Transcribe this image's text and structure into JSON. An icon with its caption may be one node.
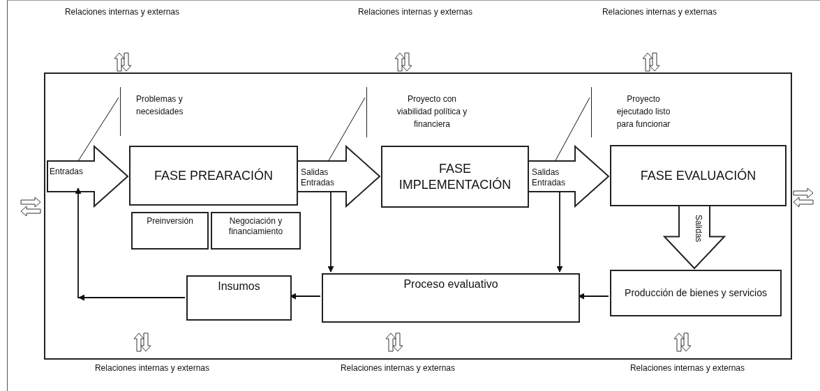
{
  "diagram": {
    "nodes": [
      {
        "text": [],
        "shape": "box"
      },
      {
        "text": [
          "Problemas y necesidades"
        ],
        "in": 0
      },
      {
        "text": [
          "Entradas"
        ],
        "in": 0
      },
      {
        "text": [
          "FASE PREARACIÓN"
        ],
        "in": 0
      },
      {
        "text": [
          "Preinversión"
        ],
        "in": 0
      },
      {
        "text": [
          "Negociación y financiamiento"
        ],
        "in": 0
      },
      {
        "text": [
          "Proyecto con viabilidad política y financiera"
        ],
        "in": 0
      },
      {
        "text": [
          "Salidas Entradas"
        ],
        "in": 0
      },
      {
        "text": [
          "FASE IMPLEMENTACIÓN"
        ],
        "in": 0
      },
      {
        "text": [
          "Proyecto ejecutado listo para funcionar"
        ],
        "in": 0
      },
      {
        "text": [
          "Salidas Entradas"
        ],
        "in": 0
      },
      {
        "text": [
          "FASE EVALUACIÓN"
        ],
        "in": 0
      },
      {
        "text": [
          "Salidas"
        ],
        "in": 0
      },
      {
        "text": [
          "Producción de bienes y servicios"
        ],
        "in": 0
      },
      {
        "text": [
          "Proceso evaluativo"
        ],
        "in": 0
      },
      {
        "text": [
          "Insumos"
        ],
        "in": 0
      }
    ],
    "edges": [
      {
        "from": 1,
        "to": 2,
        "arrow": "none"
      },
      {
        "from": 6,
        "to": 7,
        "arrow": "none"
      },
      {
        "from": 9,
        "to": 10,
        "arrow": "none"
      },
      {
        "from": 7,
        "to": 14,
        "arrow": "to"
      },
      {
        "from": 10,
        "to": 14,
        "arrow": "to"
      },
      {
        "from": 13,
        "to": 14,
        "arrow": "to"
      },
      {
        "from": 14,
        "to": 15,
        "arrow": "to"
      },
      {
        "from": 15,
        "to": 2,
        "arrow": "to"
      },
      {
        "from": null,
        "to": 3,
        "arrow": "to",
        "style": "thick"
      },
      {
        "from": 3,
        "to": 8,
        "arrow": "to",
        "style": "thick"
      },
      {
        "from": 8,
        "to": 11,
        "arrow": "to",
        "style": "thick"
      },
      {
        "from": 11,
        "to": 13,
        "arrow": "to",
        "style": "thick"
      }
    ],
    "labels": [
      "Relaciones internas y externas",
      "Relaciones internas y externas",
      "Relaciones internas y externas",
      "Relaciones internas y externas",
      "Relaciones internas y externas",
      "Relaciones internas y externas"
    ]
  }
}
